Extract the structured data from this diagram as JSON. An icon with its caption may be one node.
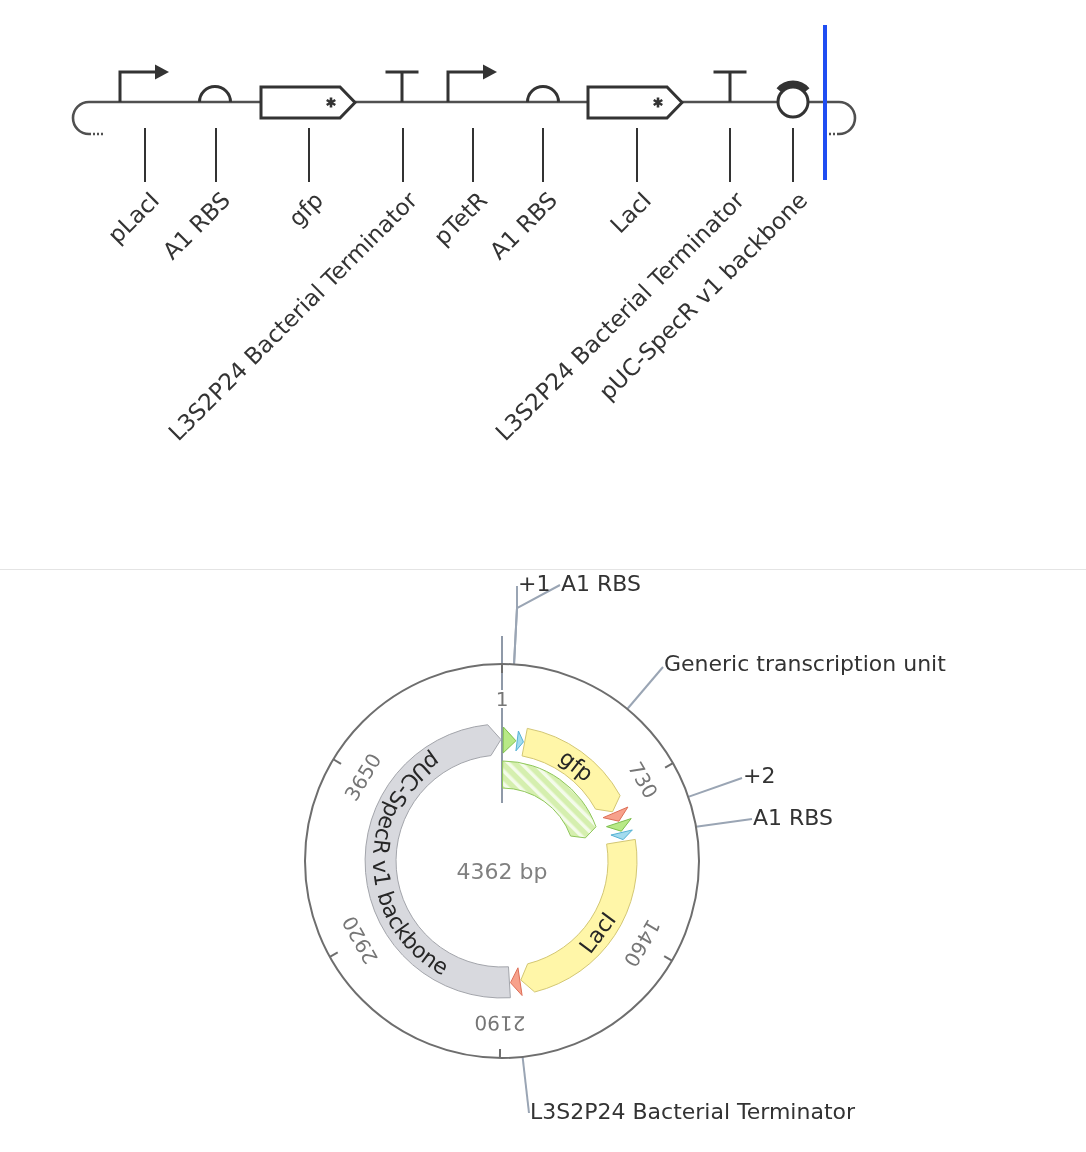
{
  "diagram": {
    "nodes": [
      {
        "text": [],
        "shape": "arrow"
      },
      {
        "text": [],
        "shape": "semicircle"
      },
      {
        "text": [],
        "shape": "pentagon"
      },
      {
        "text": [],
        "shape": "tee"
      },
      {
        "text": [],
        "shape": "arrow"
      },
      {
        "text": [],
        "shape": "semicircle"
      },
      {
        "text": [],
        "shape": "pentagon"
      },
      {
        "text": [],
        "shape": "tee"
      },
      {
        "text": [],
        "shape": "circle"
      },
      {
        "text": [
          "pLacI"
        ]
      },
      {
        "text": [
          "A1 RBS"
        ]
      },
      {
        "text": [
          "gfp"
        ]
      },
      {
        "text": [
          "L3S2P24 Bacterial Terminator"
        ]
      },
      {
        "text": [
          "pTetR"
        ]
      },
      {
        "text": [
          "A1 RBS"
        ]
      },
      {
        "text": [
          "LacI"
        ]
      },
      {
        "text": [
          "L3S2P24 Bacterial Terminator"
        ]
      },
      {
        "text": [
          "pUC-SpecR v1 backbone"
        ]
      },
      {
        "text": [
          "4362 bp"
        ]
      },
      {
        "text": [],
        "shape": "triangle",
        "in": 18
      },
      {
        "text": [],
        "shape": "triangle",
        "in": 18
      },
      {
        "text": [
          "gfp"
        ],
        "in": 18
      },
      {
        "text": [],
        "shape": "arc",
        "in": 18
      },
      {
        "text": [],
        "shape": "triangle",
        "in": 18
      },
      {
        "text": [],
        "shape": "triangle",
        "in": 18
      },
      {
        "text": [],
        "shape": "triangle",
        "in": 18
      },
      {
        "text": [
          "LacI"
        ],
        "in": 18
      },
      {
        "text": [],
        "shape": "triangle",
        "in": 18
      },
      {
        "text": [
          "pUC-SpecR v1 backbone"
        ],
        "in": 18
      },
      {
        "text": [
          "+1"
        ]
      },
      {
        "text": [
          "A1 RBS"
        ]
      },
      {
        "text": [
          "Generic transcription unit"
        ]
      },
      {
        "text": [
          "+2"
        ]
      },
      {
        "text": [
          "A1 RBS"
        ]
      },
      {
        "text": [
          "L3S2P24 Bacterial Terminator"
        ]
      }
    ],
    "edges": [
      {
        "from": 9,
        "to": 0,
        "arrow": "none"
      },
      {
        "from": 10,
        "to": 1,
        "arrow": "none"
      },
      {
        "from": 11,
        "to": 2,
        "arrow": "none"
      },
      {
        "from": 12,
        "to": 3,
        "arrow": "none"
      },
      {
        "from": 13,
        "to": 4,
        "arrow": "none"
      },
      {
        "from": 14,
        "to": 5,
        "arrow": "none"
      },
      {
        "from": 15,
        "to": 6,
        "arrow": "none"
      },
      {
        "from": 16,
        "to": 7,
        "arrow": "none"
      },
      {
        "from": 17,
        "to": 8,
        "arrow": "none"
      },
      {
        "from": 29,
        "to": 18,
        "arrow": "none",
        "color": "#9aa5b4"
      },
      {
        "from": 30,
        "to": 18,
        "arrow": "none",
        "color": "#9aa5b4"
      },
      {
        "from": 31,
        "to": 18,
        "arrow": "none",
        "color": "#9aa5b4"
      },
      {
        "from": 32,
        "to": 18,
        "arrow": "none",
        "color": "#9aa5b4"
      },
      {
        "from": 33,
        "to": 18,
        "arrow": "none",
        "color": "#9aa5b4"
      },
      {
        "from": 34,
        "to": 18,
        "arrow": "none",
        "color": "#9aa5b4"
      }
    ],
    "labels": [
      "1",
      "730",
      "1460",
      "2190",
      "2920",
      "3650"
    ]
  }
}
